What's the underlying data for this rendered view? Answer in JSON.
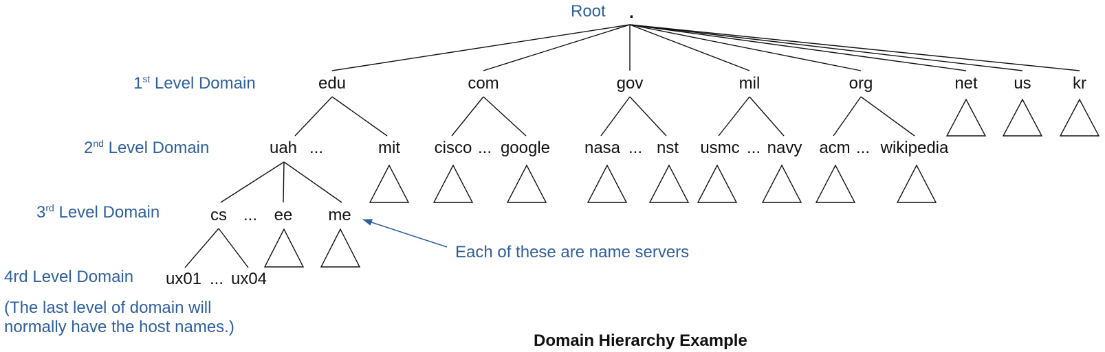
{
  "colors": {
    "label_blue": "#2f5f9e",
    "text_black": "#111111"
  },
  "root": {
    "label": "Root",
    "dot": "."
  },
  "levels": {
    "first": {
      "num": "1",
      "sup": "st",
      "rest": " Level Domain"
    },
    "second": {
      "num": "2",
      "sup": "nd",
      "rest": " Level Domain"
    },
    "third": {
      "num": "3",
      "sup": "rd",
      "rest": " Level Domain"
    },
    "fourth": "4rd Level Domain",
    "note_line1": "(The last level of domain will",
    "note_line2": "normally have the host names.)"
  },
  "tld": [
    "edu",
    "com",
    "gov",
    "mil",
    "org",
    "net",
    "us",
    "kr"
  ],
  "second_level": {
    "uah": "uah",
    "mit": "mit",
    "cisco": "cisco",
    "google": "google",
    "nasa": "nasa",
    "nst": "nst",
    "usmc": "usmc",
    "navy": "navy",
    "acm": "acm",
    "wikipedia": "wikipedia",
    "ellipsis": "..."
  },
  "third_level": {
    "cs": "cs",
    "ee": "ee",
    "me": "me",
    "ellipsis": "..."
  },
  "fourth_level": {
    "ux01": "ux01",
    "ux04": "ux04",
    "ellipsis": "..."
  },
  "annotation": "Each of these are name servers",
  "caption": "Domain Hierarchy Example"
}
